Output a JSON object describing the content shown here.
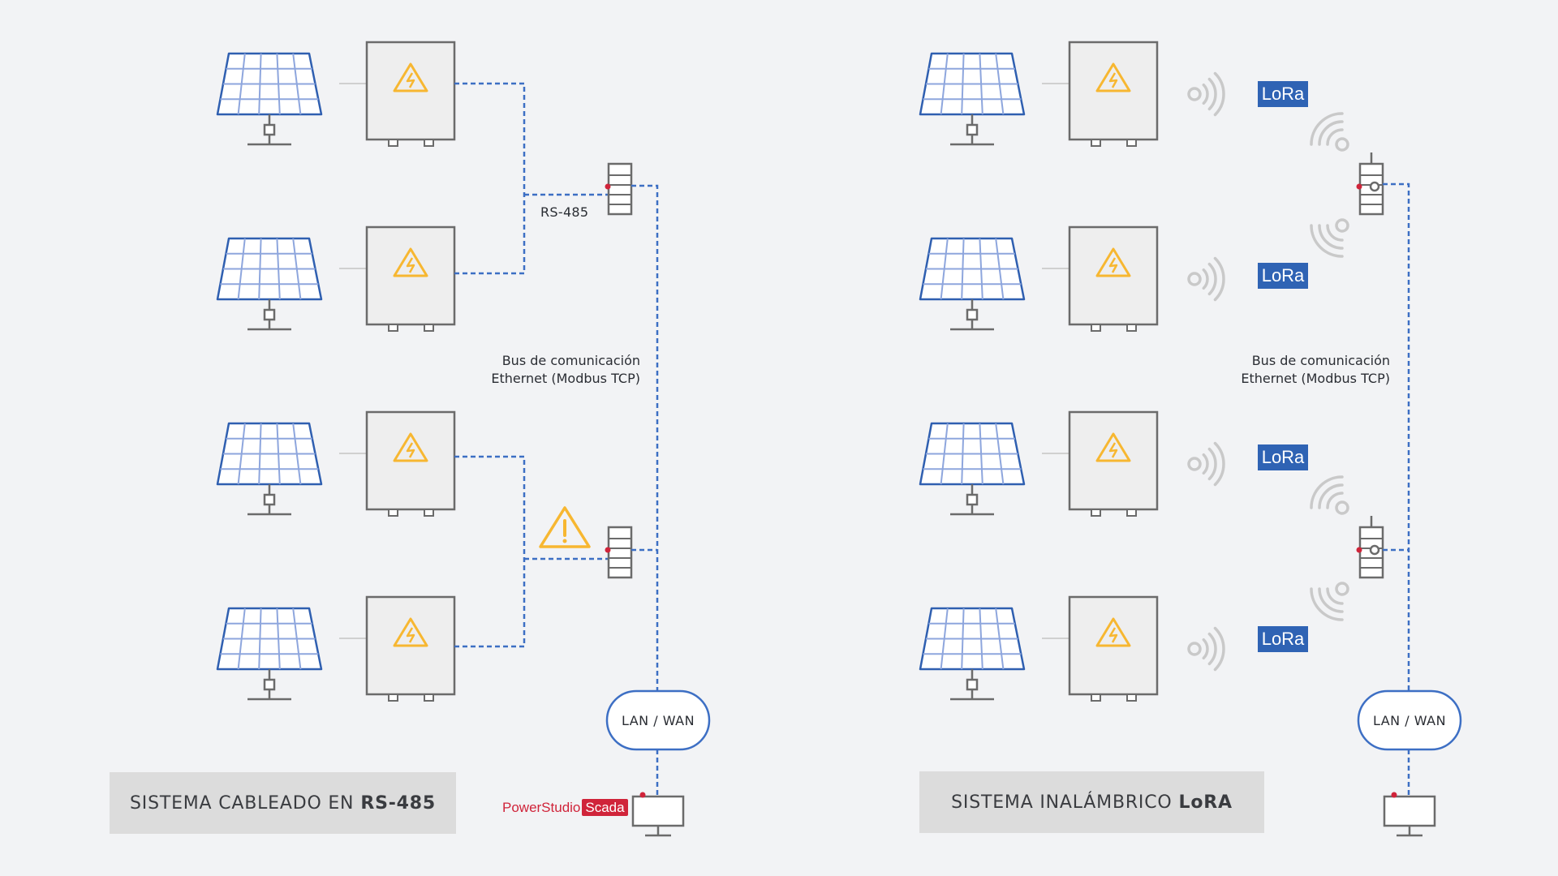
{
  "left_system": {
    "rs485_label": "RS-485",
    "bus_label_line1": "Bus de comunicación",
    "bus_label_line2": "Ethernet (Modbus TCP)",
    "network_label": "LAN / WAN",
    "title_prefix": "SISTEMA CABLEADO EN",
    "title_bold": "RS-485",
    "brand_name": "PowerStudio",
    "brand_badge": "Scada"
  },
  "right_system": {
    "lora_labels": [
      "LoRa",
      "LoRa",
      "LoRa",
      "LoRa"
    ],
    "bus_label_line1": "Bus de comunicación",
    "bus_label_line2": "Ethernet (Modbus TCP)",
    "network_label": "LAN / WAN",
    "title_prefix": "SISTEMA INALÁMBRICO",
    "title_bold": "LoRA"
  },
  "colors": {
    "background": "#f2f3f5",
    "panel_stroke": "#2f5fb0",
    "panel_grid": "#8ea6dd",
    "device_stroke": "#6b6b6b",
    "device_fill": "#eeeeee",
    "warning": "#f7b731",
    "dashed_link": "#3d6fc4",
    "lora_badge": "#2f63b4",
    "signal": "#c9c9c9",
    "alert_red": "#d0243a",
    "banner": "#dcdcdc"
  },
  "icons": [
    "solar-panel-icon",
    "inverter-icon",
    "high-voltage-icon",
    "gateway-icon",
    "warning-icon",
    "signal-waves-icon",
    "monitor-icon"
  ]
}
